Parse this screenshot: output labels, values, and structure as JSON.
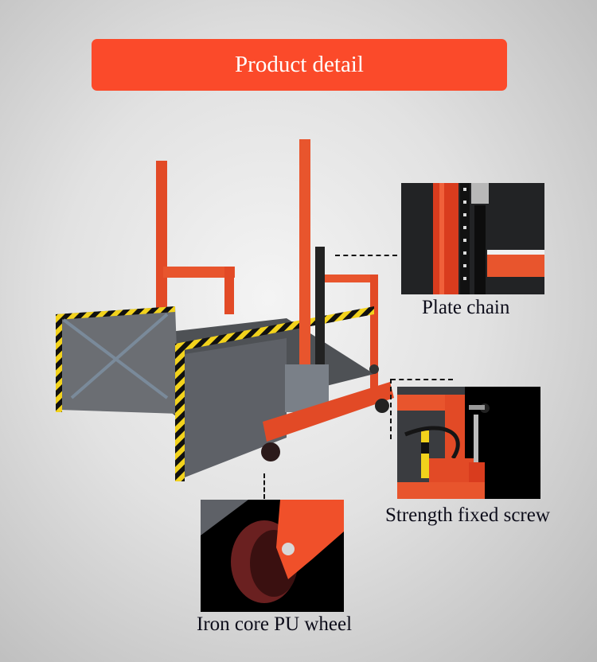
{
  "header": {
    "title": "Product detail"
  },
  "colors": {
    "accent": "#fb4a2a",
    "product_orange": "#f0502a",
    "platform_gray": "#5e6167",
    "hazard_yellow": "#f2d21c"
  },
  "details": [
    {
      "id": "plate-chain",
      "caption": "Plate chain"
    },
    {
      "id": "strength-fixed-screw",
      "caption": "Strength fixed screw"
    },
    {
      "id": "iron-core-pu-wheel",
      "caption": "Iron core PU wheel"
    }
  ]
}
